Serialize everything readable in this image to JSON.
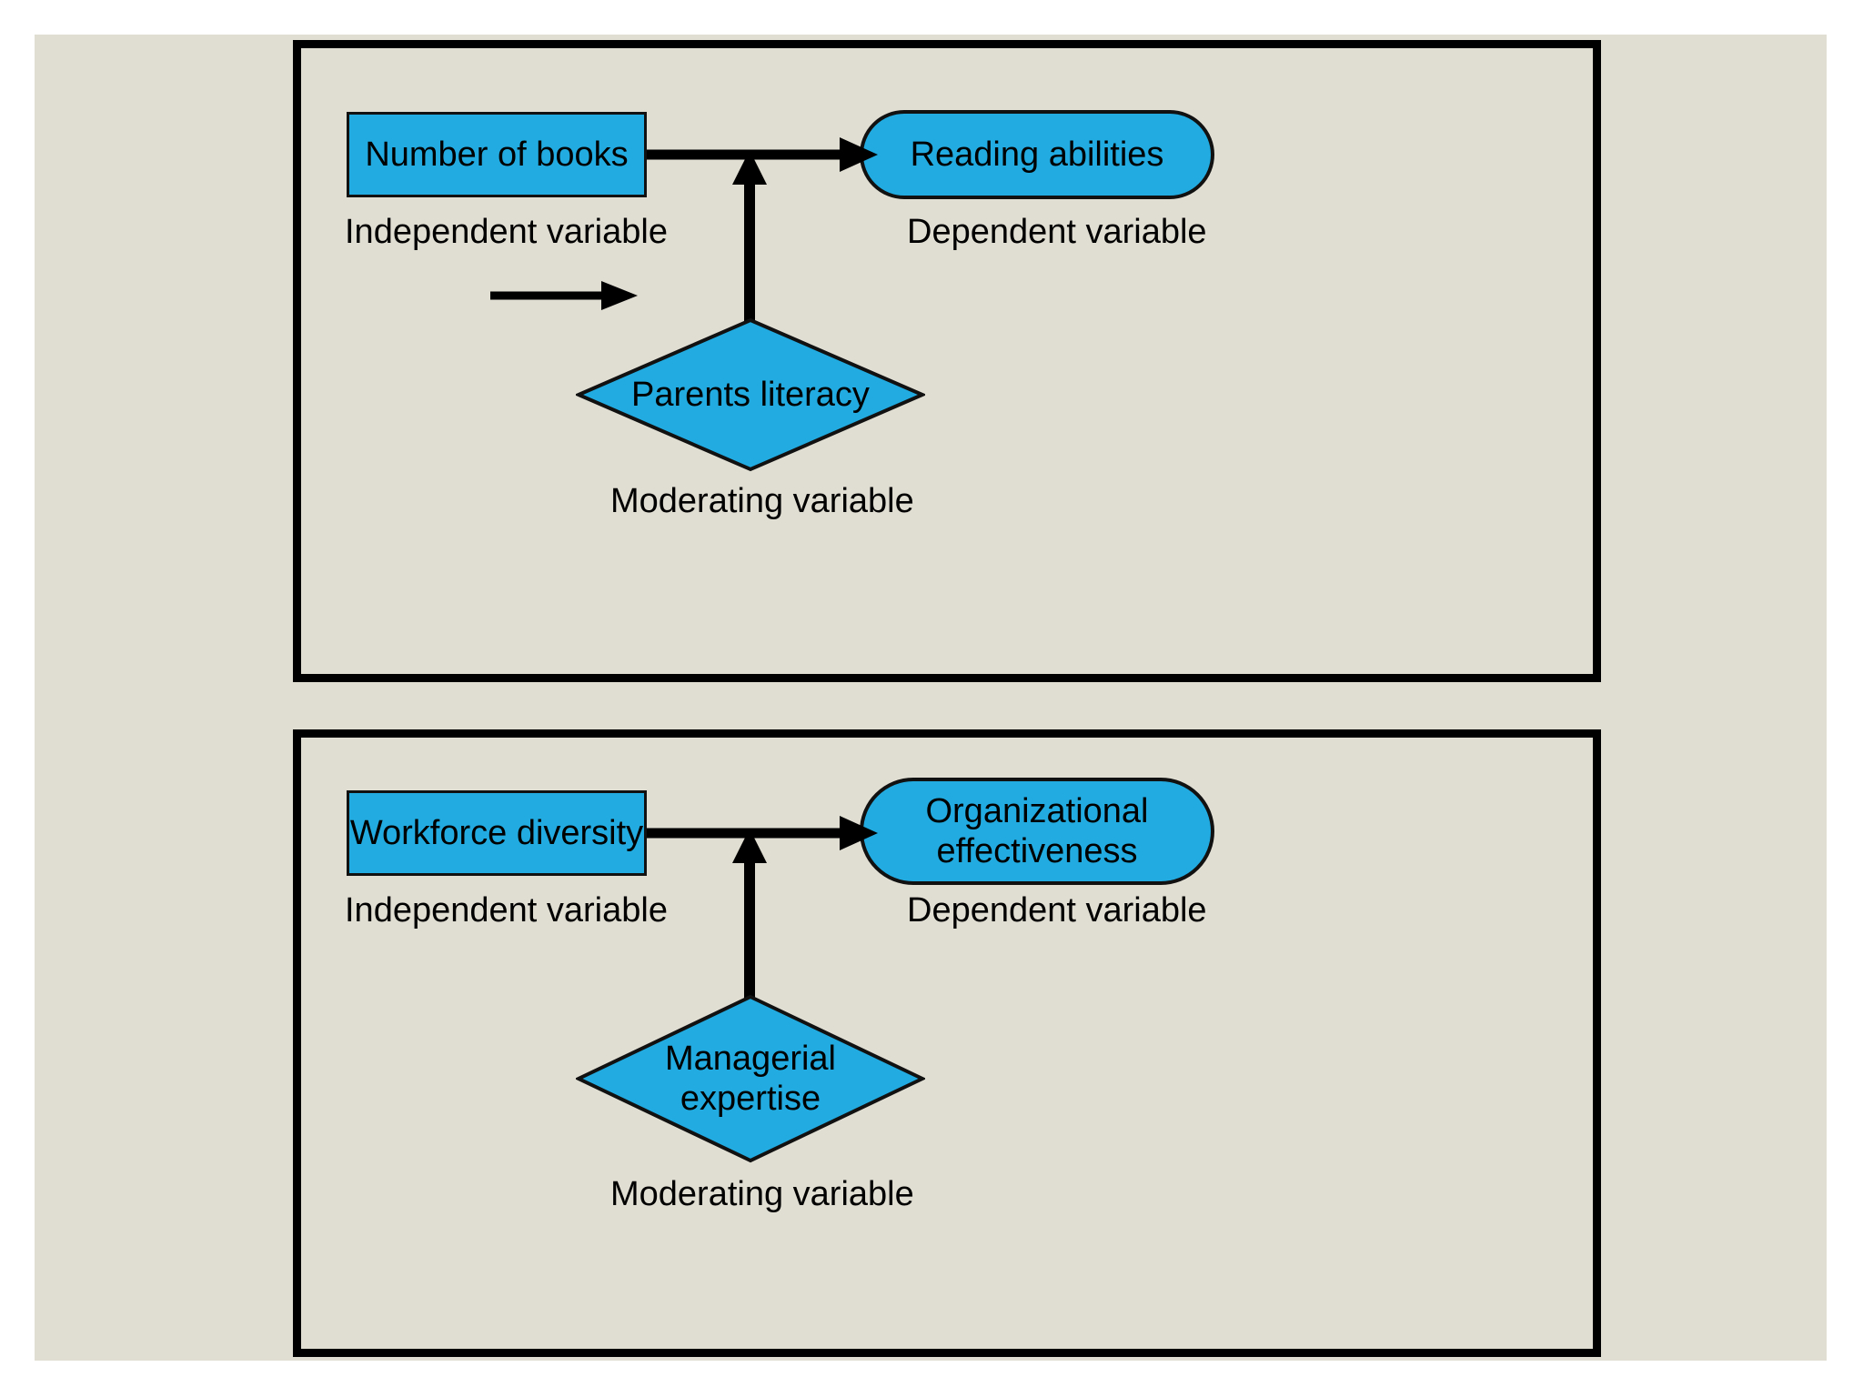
{
  "diagram": {
    "background_color": "#e0ddd2",
    "shape_fill_color": "#22abe0",
    "line_color": "#000000",
    "panels": [
      {
        "id": "reading",
        "independent": {
          "label": "Number of books",
          "shape": "rectangle",
          "caption": "Independent variable"
        },
        "dependent": {
          "label": "Reading abilities",
          "shape": "rounded-pill",
          "caption": "Dependent variable"
        },
        "moderator": {
          "label": "Parents literacy",
          "shape": "diamond",
          "caption": "Moderating variable"
        },
        "extra_arrow": {
          "name": "standalone-arrow",
          "direction": "right"
        }
      },
      {
        "id": "workforce",
        "independent": {
          "label": "Workforce diversity",
          "shape": "rectangle",
          "caption": "Independent variable"
        },
        "dependent": {
          "label_line1": "Organizational",
          "label_line2": "effectiveness",
          "shape": "rounded-pill",
          "caption": "Dependent variable"
        },
        "moderator": {
          "label_line1": "Managerial",
          "label_line2": "expertise",
          "shape": "diamond",
          "caption": "Moderating variable"
        }
      }
    ]
  }
}
